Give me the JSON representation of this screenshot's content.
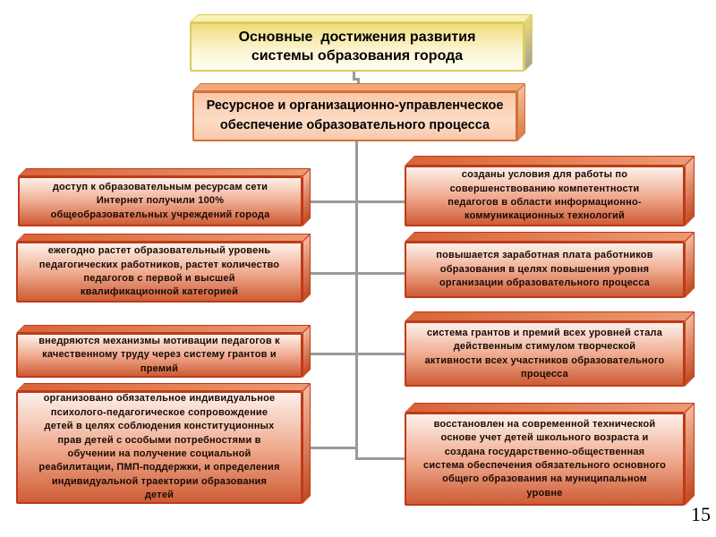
{
  "slide": {
    "page_number": "15",
    "title_box": {
      "text": "Основные  достижения развития\nсистемы образования города"
    },
    "subtitle_box": {
      "text": "Ресурсное и организационно-управленческое\nобеспечение образовательного процесса"
    },
    "left_column": [
      {
        "text": "доступ к образовательным ресурсам сети\nИнтернет получили 100%\nобщеобразовательных учреждений города"
      },
      {
        "text": "ежегодно растет образовательный уровень\nпедагогических работников, растет количество\nпедагогов с первой и высшей\nквалификационной категорией"
      },
      {
        "text": "внедряются механизмы мотивации педагогов к\nкачественному труду через систему грантов и\nпремий"
      },
      {
        "text": "организовано обязательное индивидуальное\nпсихолого-педагогическое сопровождение\nдетей в целях соблюдения конституционных\nправ детей с особыми потребностями в\nобучении на получение социальной\nреабилитации, ПМП-поддержки, и определения\nиндивидуальной траектории образования\nдетей"
      }
    ],
    "right_column": [
      {
        "text": "созданы условия для работы по\nсовершенствованию компетентности\nпедагогов в области информационно-\nкоммуникационных технологий"
      },
      {
        "text": "повышается заработная плата работников\nобразования в целях повышения уровня\nорганизации образовательного процесса"
      },
      {
        "text": "система грантов и премий всех уровней стала\nдейственным стимулом творческой\nактивности всех участников образовательного\nпроцесса"
      },
      {
        "text": "восстановлен на современной технической\nоснове учет детей школьного возраста и\nсоздана государственно-общественная\nсистема обеспечения обязательного основного\nобщего образования на муниципальном\nуровне"
      }
    ],
    "colors": {
      "connector": "#9a9a9a",
      "title-border": "#dccb5e",
      "title-fill-top": "#efdc7a",
      "title-fill-bottom": "#fffef2",
      "title-side-top": "#e7d77d",
      "title-side-bottom": "#a5a195",
      "subtitle-border": "#d2703a",
      "subtitle-fill-top": "#fac8a8",
      "subtitle-fill-bottom": "#fddcc5",
      "box-border": "#be3a18",
      "box-fill-top": "#fdf1ea",
      "box-fill-mid": "#efa98d",
      "box-fill-bottom": "#ce5c35",
      "box-text": "#1a0a05",
      "page-number": "#000000"
    }
  }
}
